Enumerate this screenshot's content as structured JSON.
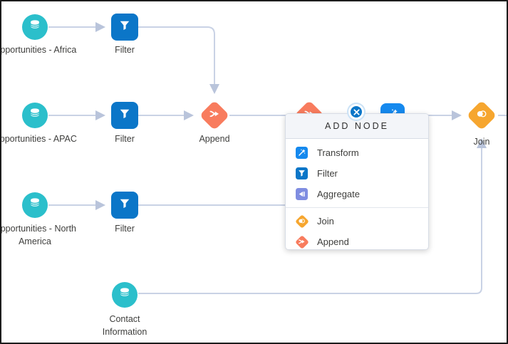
{
  "nodes": {
    "opportunities_africa": {
      "label": "Opportunities - Africa",
      "type": "dataset"
    },
    "filter_africa": {
      "label": "Filter",
      "type": "filter"
    },
    "opportunities_apac": {
      "label": "Opportunities - APAC",
      "type": "dataset"
    },
    "filter_apac": {
      "label": "Filter",
      "type": "filter"
    },
    "append": {
      "label": "Append",
      "type": "append"
    },
    "opportunities_north_america": {
      "label": "Opportunities - North America",
      "type": "dataset"
    },
    "filter_north_america": {
      "label": "Filter",
      "type": "filter"
    },
    "contact_information": {
      "label": "Contact Information",
      "type": "dataset"
    },
    "join": {
      "label": "Join",
      "type": "join"
    }
  },
  "popup": {
    "title": "ADD NODE",
    "groups": [
      {
        "items": [
          {
            "label": "Transform",
            "icon": "transform-icon",
            "color": "#1589EE"
          },
          {
            "label": "Filter",
            "icon": "filter-icon",
            "color": "#0B76C8"
          },
          {
            "label": "Aggregate",
            "icon": "aggregate-icon",
            "color": "#7F8DE1"
          }
        ]
      },
      {
        "items": [
          {
            "label": "Join",
            "icon": "join-icon",
            "color": "#F6A62F"
          },
          {
            "label": "Append",
            "icon": "append-icon",
            "color": "#F87C5E"
          }
        ]
      }
    ]
  },
  "colors": {
    "dataset_teal": "#2BBFCB",
    "filter_blue": "#0B76C8",
    "transform_blue": "#1589EE",
    "aggregate_indigo": "#7F8DE1",
    "join_yellow": "#F6A62F",
    "append_orange": "#F87C5E",
    "edge_line": "#C9D2E5",
    "popup_header_bg": "#F3F5F9"
  }
}
